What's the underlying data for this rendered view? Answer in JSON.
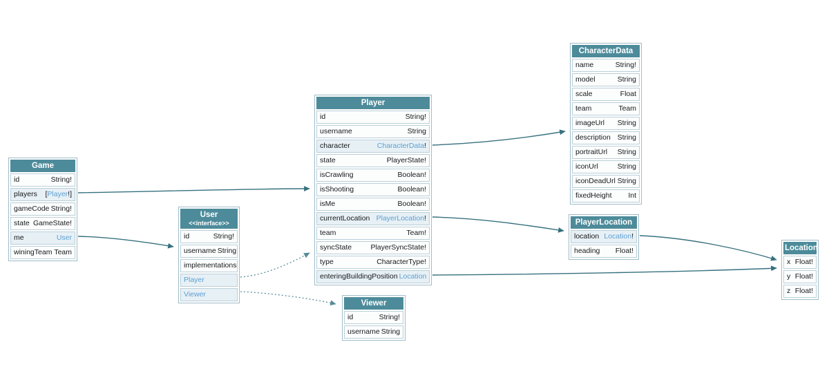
{
  "colors": {
    "header_bg": "#4d8b9a",
    "header_text": "#ffffff",
    "link_text": "#5b9fd3",
    "edge_solid": "#36707e",
    "edge_dotted": "#578c99",
    "ref_row_bg": "#e7f0f5"
  },
  "tables": {
    "game": {
      "title": "Game",
      "fields": [
        {
          "name": "id",
          "type": "String!"
        },
        {
          "name": "players",
          "type_prefix": "[",
          "link": "Player",
          "type_suffix": "!]"
        },
        {
          "name": "gameCode",
          "type": "String!"
        },
        {
          "name": "state",
          "type": "GameState!"
        },
        {
          "name": "me",
          "link": "User"
        },
        {
          "name": "winingTeam",
          "type": "Team"
        }
      ]
    },
    "user": {
      "title": "User",
      "subtitle": "<<interface>>",
      "fields": [
        {
          "name": "id",
          "type": "String!"
        },
        {
          "name": "username",
          "type": "String"
        }
      ],
      "section_label": "implementations",
      "implementations": [
        {
          "link": "Player"
        },
        {
          "link": "Viewer"
        }
      ]
    },
    "player": {
      "title": "Player",
      "fields": [
        {
          "name": "id",
          "type": "String!"
        },
        {
          "name": "username",
          "type": "String"
        },
        {
          "name": "character",
          "link": "CharacterData",
          "type_suffix": "!"
        },
        {
          "name": "state",
          "type": "PlayerState!"
        },
        {
          "name": "isCrawling",
          "type": "Boolean!"
        },
        {
          "name": "isShooting",
          "type": "Boolean!"
        },
        {
          "name": "isMe",
          "type": "Boolean!"
        },
        {
          "name": "currentLocation",
          "link": "PlayerLocation",
          "type_suffix": "!"
        },
        {
          "name": "team",
          "type": "Team!"
        },
        {
          "name": "syncState",
          "type": "PlayerSyncState!"
        },
        {
          "name": "type",
          "type": "CharacterType!"
        },
        {
          "name": "enteringBuildingPosition",
          "link": "Location"
        }
      ]
    },
    "viewer": {
      "title": "Viewer",
      "fields": [
        {
          "name": "id",
          "type": "String!"
        },
        {
          "name": "username",
          "type": "String"
        }
      ]
    },
    "characterData": {
      "title": "CharacterData",
      "fields": [
        {
          "name": "name",
          "type": "String!"
        },
        {
          "name": "model",
          "type": "String"
        },
        {
          "name": "scale",
          "type": "Float"
        },
        {
          "name": "team",
          "type": "Team"
        },
        {
          "name": "imageUrl",
          "type": "String"
        },
        {
          "name": "description",
          "type": "String"
        },
        {
          "name": "portraitUrl",
          "type": "String"
        },
        {
          "name": "iconUrl",
          "type": "String"
        },
        {
          "name": "iconDeadUrl",
          "type": "String"
        },
        {
          "name": "fixedHeight",
          "type": "Int"
        }
      ]
    },
    "playerLocation": {
      "title": "PlayerLocation",
      "fields": [
        {
          "name": "location",
          "link": "Location",
          "type_suffix": "!"
        },
        {
          "name": "heading",
          "type": "Float!"
        }
      ]
    },
    "location": {
      "title": "Location",
      "fields": [
        {
          "name": "x",
          "type": "Float!"
        },
        {
          "name": "y",
          "type": "Float!"
        },
        {
          "name": "z",
          "type": "Float!"
        }
      ]
    }
  },
  "edges": [
    {
      "from": "Game.players",
      "to": "Player",
      "style": "solid"
    },
    {
      "from": "Game.me",
      "to": "User",
      "style": "solid"
    },
    {
      "from": "Player.character",
      "to": "CharacterData",
      "style": "solid"
    },
    {
      "from": "Player.currentLocation",
      "to": "PlayerLocation",
      "style": "solid"
    },
    {
      "from": "Player.enteringBuildingPosition",
      "to": "Location",
      "style": "solid"
    },
    {
      "from": "PlayerLocation.location",
      "to": "Location",
      "style": "solid"
    },
    {
      "from": "User.Player",
      "to": "Player",
      "style": "dotted"
    },
    {
      "from": "User.Viewer",
      "to": "Viewer",
      "style": "dotted"
    }
  ]
}
